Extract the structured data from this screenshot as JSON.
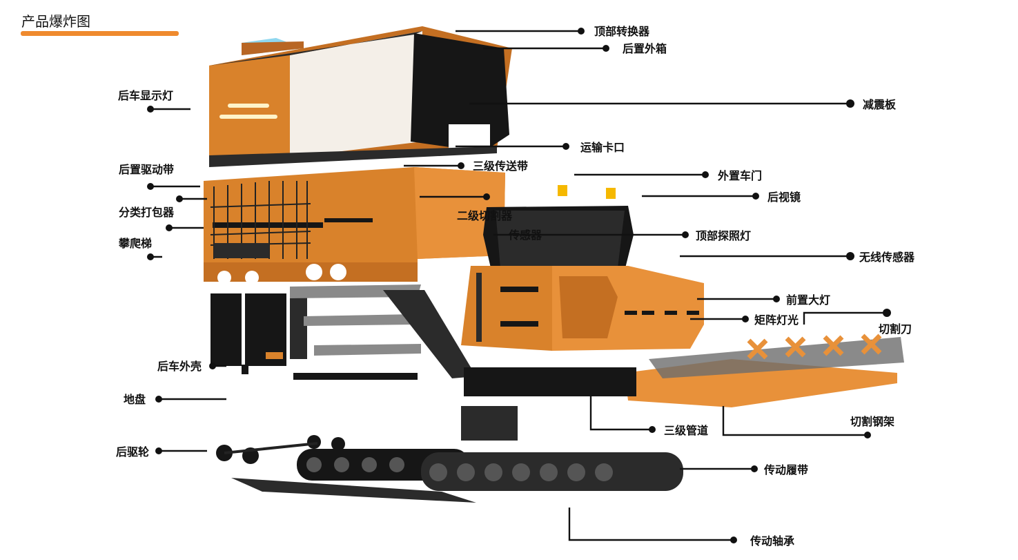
{
  "header": {
    "title": "产品爆炸图"
  },
  "colors": {
    "accent": "#ef8a2e",
    "body": "#d9822b",
    "dark": "#161616"
  },
  "callouts": {
    "top_converter": "顶部转换器",
    "rear_box": "后置外箱",
    "shock_plate": "减震板",
    "rear_display_light": "后车显示灯",
    "transport_slot": "运输卡口",
    "rear_drive_belt": "后置驱动带",
    "tier3_conveyor": "三级传送带",
    "outer_door": "外置车门",
    "rear_mirror": "后视镜",
    "sorting_packer": "分类打包器",
    "ladder": "攀爬梯",
    "top_searchlight": "顶部探照灯",
    "wireless_sensor": "无线传感器",
    "front_headlight": "前置大灯",
    "matrix_light": "矩阵灯光",
    "cutter": "切割刀",
    "rear_shell": "后车外壳",
    "chassis": "地盘",
    "tier3_pipe": "三级管道",
    "cutting_frame": "切割钢架",
    "rear_drive_wheel": "后驱轮",
    "drive_track": "传动履带",
    "drive_bearing": "传动轴承",
    "inner_label_cut": "二级切割器",
    "inner_label_sensor": "传感器"
  }
}
